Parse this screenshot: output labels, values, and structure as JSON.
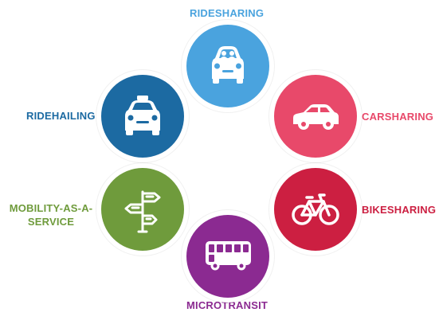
{
  "colors": {
    "ridesharing": "#4aa3de",
    "carsharing": "#e8496a",
    "bikesharing": "#cc1f41",
    "microtransit": "#8b2a91",
    "maas": "#6f9b3c",
    "ridehailing": "#1c6aa2"
  },
  "nodes": {
    "ridesharing": {
      "label": "RIDESHARING",
      "icon": "car-front-passengers-icon"
    },
    "carsharing": {
      "label": "CARSHARING",
      "icon": "car-side-icon"
    },
    "bikesharing": {
      "label": "BIKESHARING",
      "icon": "bicycle-icon"
    },
    "microtransit": {
      "label": "MICROTRANSIT",
      "icon": "bus-icon"
    },
    "maas": {
      "label_line1": "MOBILITY-AS-A-",
      "label_line2": "SERVICE",
      "icon": "signpost-icon"
    },
    "ridehailing": {
      "label": "RIDEHAILING",
      "icon": "taxi-icon"
    }
  }
}
